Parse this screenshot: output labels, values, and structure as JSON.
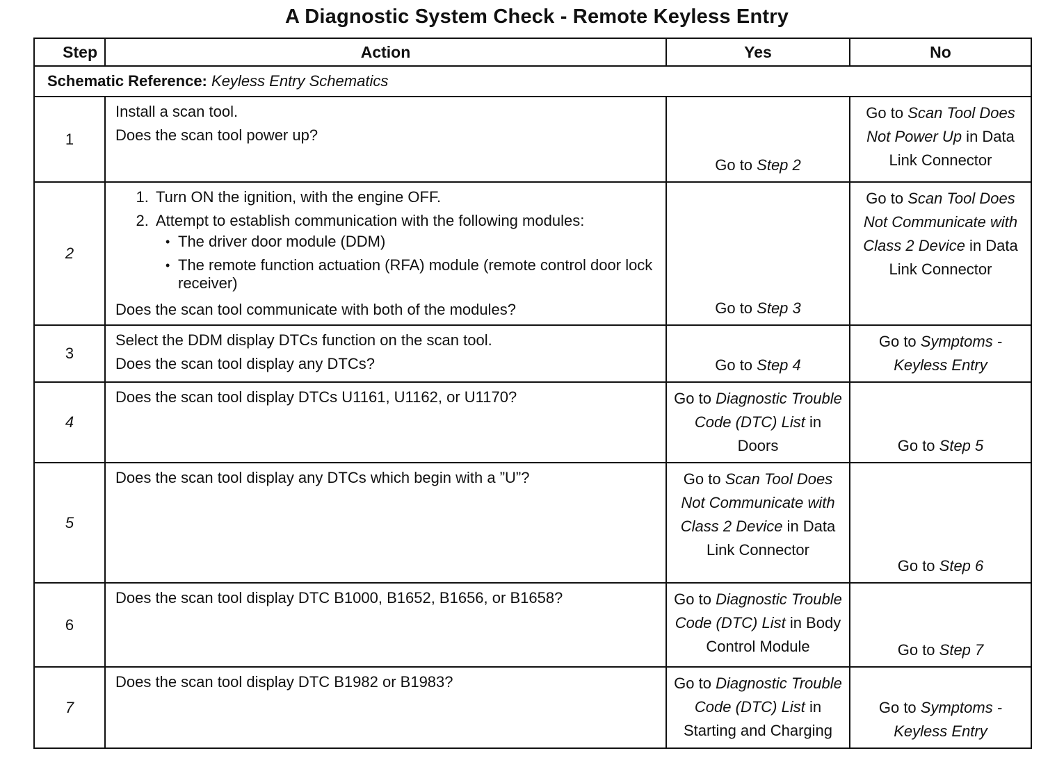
{
  "title": "A Diagnostic System Check - Remote Keyless Entry",
  "headers": {
    "step": "Step",
    "action": "Action",
    "yes": "Yes",
    "no": "No"
  },
  "schematic": {
    "label": "Schematic Reference:",
    "value": "Keyless Entry Schematics"
  },
  "rows": [
    {
      "step": "1",
      "action_lines": [
        "Install a scan tool.",
        "Does the scan tool power up?"
      ],
      "yes": [
        {
          "t": "Go to ",
          "i": false
        },
        {
          "t": "Step 2",
          "i": true
        }
      ],
      "no": [
        {
          "t": "Go to ",
          "i": false
        },
        {
          "t": "Scan Tool Does Not Power Up",
          "i": true
        },
        {
          "t": " in Data Link Connector",
          "i": false
        }
      ]
    },
    {
      "step": "2",
      "action_numbered": [
        "Turn ON the ignition, with the engine OFF.",
        "Attempt to establish communication with the following modules:"
      ],
      "action_bullets": [
        "The driver door module (DDM)",
        "The remote function actuation (RFA) module (remote control door lock receiver)"
      ],
      "action_question": "Does the scan tool communicate with both of the modules?",
      "yes": [
        {
          "t": "Go to ",
          "i": false
        },
        {
          "t": "Step 3",
          "i": true
        }
      ],
      "no": [
        {
          "t": "Go to ",
          "i": false
        },
        {
          "t": "Scan Tool Does Not Communicate with Class 2 Device",
          "i": true
        },
        {
          "t": " in Data Link Connector",
          "i": false
        }
      ]
    },
    {
      "step": "3",
      "action_lines": [
        "Select the DDM display DTCs function on the scan tool.",
        "Does the scan tool display any DTCs?"
      ],
      "yes": [
        {
          "t": "Go to ",
          "i": false
        },
        {
          "t": "Step 4",
          "i": true
        }
      ],
      "no": [
        {
          "t": "Go to ",
          "i": false
        },
        {
          "t": "Symptoms - Keyless Entry",
          "i": true
        }
      ]
    },
    {
      "step": "4",
      "action_lines": [
        "Does the scan tool display DTCs U1161, U1162, or U1170?"
      ],
      "yes": [
        {
          "t": "Go to ",
          "i": false
        },
        {
          "t": "Diagnostic Trouble Code (DTC) List",
          "i": true
        },
        {
          "t": " in Doors",
          "i": false
        }
      ],
      "no": [
        {
          "t": "Go to ",
          "i": false
        },
        {
          "t": "Step 5",
          "i": true
        }
      ]
    },
    {
      "step": "5",
      "action_lines": [
        "Does the scan tool display any DTCs which begin with a ”U”?"
      ],
      "yes": [
        {
          "t": "Go to ",
          "i": false
        },
        {
          "t": "Scan Tool Does Not Communicate with Class 2 Device",
          "i": true
        },
        {
          "t": " in Data Link Connector",
          "i": false
        }
      ],
      "no": [
        {
          "t": "Go to ",
          "i": false
        },
        {
          "t": "Step 6",
          "i": true
        }
      ]
    },
    {
      "step": "6",
      "action_lines": [
        "Does the scan tool display DTC B1000, B1652, B1656, or B1658?"
      ],
      "yes": [
        {
          "t": "Go to ",
          "i": false
        },
        {
          "t": "Diagnostic Trouble Code (DTC) List",
          "i": true
        },
        {
          "t": " in Body Control Module",
          "i": false
        }
      ],
      "no": [
        {
          "t": "Go to ",
          "i": false
        },
        {
          "t": "Step 7",
          "i": true
        }
      ]
    },
    {
      "step": "7",
      "action_lines": [
        "Does the scan tool display DTC B1982 or B1983?"
      ],
      "yes": [
        {
          "t": "Go to ",
          "i": false
        },
        {
          "t": "Diagnostic Trouble Code (DTC) List",
          "i": true
        },
        {
          "t": " in Starting and Charging",
          "i": false
        }
      ],
      "no": [
        {
          "t": "Go to ",
          "i": false
        },
        {
          "t": "Symptoms - Keyless Entry",
          "i": true
        }
      ]
    }
  ]
}
